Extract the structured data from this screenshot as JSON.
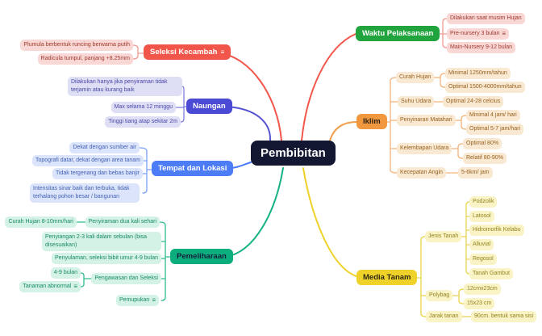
{
  "center": {
    "label": "Pembibitan"
  },
  "icons": {
    "notes": "≡"
  },
  "colors": {
    "center_bg": "#131731",
    "red": "#F2564A",
    "indigo": "#4B4AD4",
    "blue": "#4C7DF7",
    "emerald": "#0CAE7D",
    "green": "#21A43D",
    "orange": "#F0973F",
    "yellow": "#EFD229",
    "background": "#FFFFFF"
  },
  "branches": {
    "seleksi": {
      "label": "Seleksi Kecambah",
      "children": {
        "plumula": "Plumula berbentuk runcing berwarna putih",
        "radicula": "Radicula tumpul, panjang +8.25mm"
      }
    },
    "naungan": {
      "label": "Naungan",
      "children": {
        "dilakukan": "Dilakukan hanya jika penyiraman tidak terjamin atau kurang baik",
        "max": "Max selama 12 minggu",
        "tinggi": "Tinggi tiang atap sekitar 2m"
      }
    },
    "tempat": {
      "label": "Tempat dan Lokasi",
      "children": {
        "sumber_air": "Dekat dengan sumber air",
        "topografi": "Topografi datar, dekat dengan area tanam",
        "tergenang": "Tidak tergenang dan bebas banjir",
        "intensitas": "Intensitas sinar baik dan terbuka, tidak terhalang pohon besar / bangunan"
      }
    },
    "pemeliharaan": {
      "label": "Pemeliharaan",
      "children": {
        "penyiraman": "Penyiraman dua kali sehari",
        "curah_hujan": "Curah Hujan 8-10mm/hari",
        "penyiangan": "Penyiangan 2-3 kali dalam sebulan (bisa disesuaikan)",
        "penyulaman": "Penyulaman, seleksi bibit umur 4-9 bulan",
        "pengawasan": "Pengawasan dan Seleksi",
        "umur": "4-9 bulan",
        "abnormal": "Tanaman abnormal",
        "pemupukan": "Pemupukan"
      }
    },
    "waktu": {
      "label": "Waktu Pelaksanaan",
      "children": {
        "musim": "Dilakukan saat musim Hujan",
        "pre_nursery": "Pre-nursery 3 bulan",
        "main_nursery": "Main-Nursery 9-12 bulan"
      }
    },
    "iklim": {
      "label": "Iklim",
      "children": {
        "curah": "Curah Hujan",
        "curah_min": "Minimal 1250mm/tahun",
        "curah_opt": "Optimal 1500-4000mm/tahun",
        "suhu": "Suhu Udara",
        "suhu_opt": "Optimal 24-28 celcius",
        "penyinaran": "Penyinaran Matahari",
        "sinar_min": "Minimal 4 jam/ hari",
        "sinar_opt": "Optimal 5-7 jam/hari",
        "kelembapan": "Kelembapan Udara",
        "lembap_opt": "Optimal 80%",
        "lembap_rel": "Relatif 80-90%",
        "angin": "Kecepatan Angin",
        "angin_val": "5-6km/ jam"
      }
    },
    "media": {
      "label": "Media Tanam",
      "children": {
        "jenis": "Jenis Tanah",
        "podzolik": "Podzolik",
        "latosol": "Latosol",
        "hidromorfik": "Hidromorfik Kelabu",
        "alluvial": "Alluvial",
        "regosol": "Regosol",
        "gambut": "Tanah Gambut",
        "polybag": "Polybag",
        "polybag_1": "12cmx23cm",
        "polybag_2": "15x23 cm",
        "jarak": "Jarak tanan",
        "jarak_val": "90cm. bentuk sama sisi"
      }
    }
  }
}
